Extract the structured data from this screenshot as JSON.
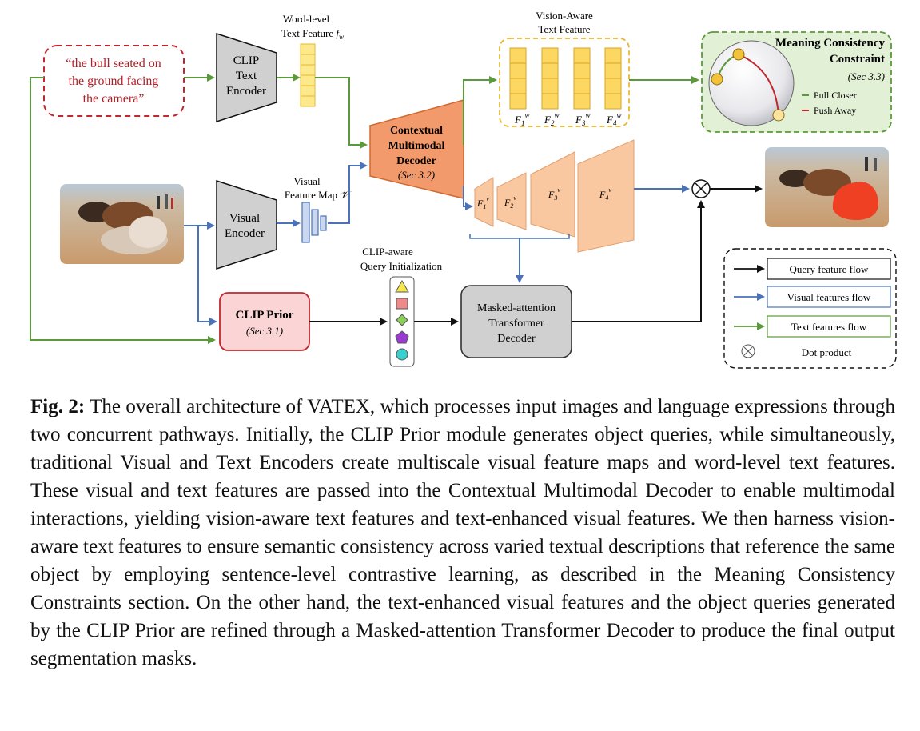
{
  "input_text": {
    "line1": "“the bull seated on",
    "line2": "the ground facing",
    "line3": "the camera”"
  },
  "clip_text_encoder": {
    "line1": "CLIP",
    "line2": "Text",
    "line3": "Encoder"
  },
  "word_level_label": {
    "line1": "Word-level",
    "line2": "Text Feature"
  },
  "word_symbol": "f",
  "word_symbol_sub": "w",
  "visual_encoder": {
    "line1": "Visual",
    "line2": "Encoder"
  },
  "visual_feature_label": {
    "line1": "Visual",
    "line2": "Feature Map"
  },
  "visual_symbol": "𝒱",
  "decoder": {
    "line1": "Contextual",
    "line2": "Multimodal",
    "line3": "Decoder",
    "sec": "(Sec 3.2)"
  },
  "vision_aware_label": {
    "line1": "Vision-Aware",
    "line2": "Text Feature"
  },
  "text_feats": [
    {
      "base": "F",
      "sub": "1",
      "sup": "w"
    },
    {
      "base": "F",
      "sub": "2",
      "sup": "w"
    },
    {
      "base": "F",
      "sub": "3",
      "sup": "w"
    },
    {
      "base": "F",
      "sub": "4",
      "sup": "w"
    }
  ],
  "vis_feats": [
    {
      "base": "F",
      "sub": "1",
      "sup": "v"
    },
    {
      "base": "F",
      "sub": "2",
      "sup": "v"
    },
    {
      "base": "F",
      "sub": "3",
      "sup": "v"
    },
    {
      "base": "F",
      "sub": "4",
      "sup": "v"
    }
  ],
  "meaning": {
    "line1": "Meaning Consistency",
    "line2": "Constraint",
    "sec": "(Sec 3.3)",
    "pull": "Pull Closer",
    "push": "Push Away"
  },
  "clip_prior": {
    "line1": "CLIP Prior",
    "sec": "(Sec 3.1)"
  },
  "query_init": {
    "line1": "CLIP-aware",
    "line2": "Query Initialization"
  },
  "transformer": {
    "line1": "Masked-attention",
    "line2": "Transformer",
    "line3": "Decoder"
  },
  "legend": {
    "query": "Query feature flow",
    "visual": "Visual features flow",
    "text": "Text features flow",
    "dot": "Dot product"
  },
  "colors": {
    "green": "#5a9a3a",
    "blue": "#4a72b8",
    "red": "#c0282e",
    "orange": "#f39a6c",
    "yellow": "#fcdc6a",
    "gray": "#d0d0d0"
  },
  "caption": {
    "label": "Fig. 2:",
    "text": "The overall architecture of VATEX, which processes input images and language expressions through two concurrent pathways. Initially, the CLIP Prior module generates object queries, while simultaneously, traditional Visual and Text Encoders create multiscale visual feature maps and word-level text features. These visual and text features are passed into the Contextual Multimodal Decoder to enable multimodal interactions, yielding vision-aware text features and text-enhanced visual features. We then harness vision-aware text features to ensure semantic consistency across varied textual descriptions that reference the same object by employing sentence-level contrastive learning, as described in the Meaning Consistency Constraints section. On the other hand, the text-enhanced visual features and the object queries generated by the CLIP Prior are refined through a Masked-attention Transformer Decoder to produce the final output segmentation masks."
  }
}
